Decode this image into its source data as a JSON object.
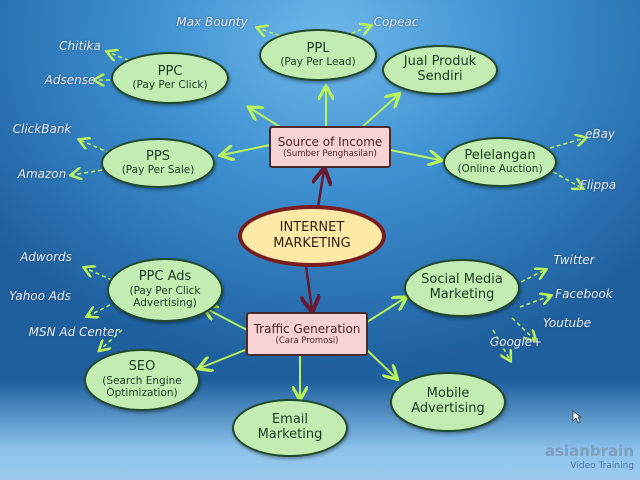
{
  "center": {
    "line1": "INTERNET",
    "line2": "MARKETING"
  },
  "source": {
    "title": "Source of Income",
    "subtitle": "(Sumber Penghasilan)"
  },
  "traffic": {
    "title": "Traffic Generation",
    "subtitle": "(Cara Promosi)"
  },
  "nodes": {
    "ppl": {
      "title": "PPL",
      "subtitle": "(Pay Per Lead)"
    },
    "jual": {
      "title": "Jual Produk",
      "subtitle": "Sendiri"
    },
    "ppc": {
      "title": "PPC",
      "subtitle": "(Pay Per Click)"
    },
    "pps": {
      "title": "PPS",
      "subtitle": "(Pay Per Sale)"
    },
    "pelelangan": {
      "title": "Pelelangan",
      "subtitle": "(Online Auction)"
    },
    "ppcads": {
      "title": "PPC Ads",
      "subtitle": "(Pay Per Click",
      "subtitle2": "Advertising)"
    },
    "social": {
      "title": "Social Media",
      "subtitle": "Marketing"
    },
    "seo": {
      "title": "SEO",
      "subtitle": "(Search Engine",
      "subtitle2": "Optimization)"
    },
    "email": {
      "title": "Email",
      "subtitle": "Marketing"
    },
    "mobile": {
      "title": "Mobile",
      "subtitle": "Advertising"
    }
  },
  "leaves": {
    "maxbounty": "Max Bounty",
    "copeac": "Copeac",
    "chitika": "Chitika",
    "adsense": "Adsense",
    "clickbank": "ClickBank",
    "amazon": "Amazon",
    "ebay": "eBay",
    "flippa": "Flippa",
    "adwords": "Adwords",
    "yahoo": "Yahoo Ads",
    "msn": "MSN Ad Center",
    "twitter": "Twitter",
    "facebook": "Facebook",
    "youtube": "Youtube",
    "google": "Google+"
  },
  "logo": {
    "name": "asianbrain",
    "tagline": "Video Training"
  },
  "colors": {
    "node": "#c3ecb3",
    "box": "#f6d2d5",
    "center": "#fde9a6",
    "arrow": "#b9f25a",
    "main_arrow": "#7a1c3a"
  }
}
